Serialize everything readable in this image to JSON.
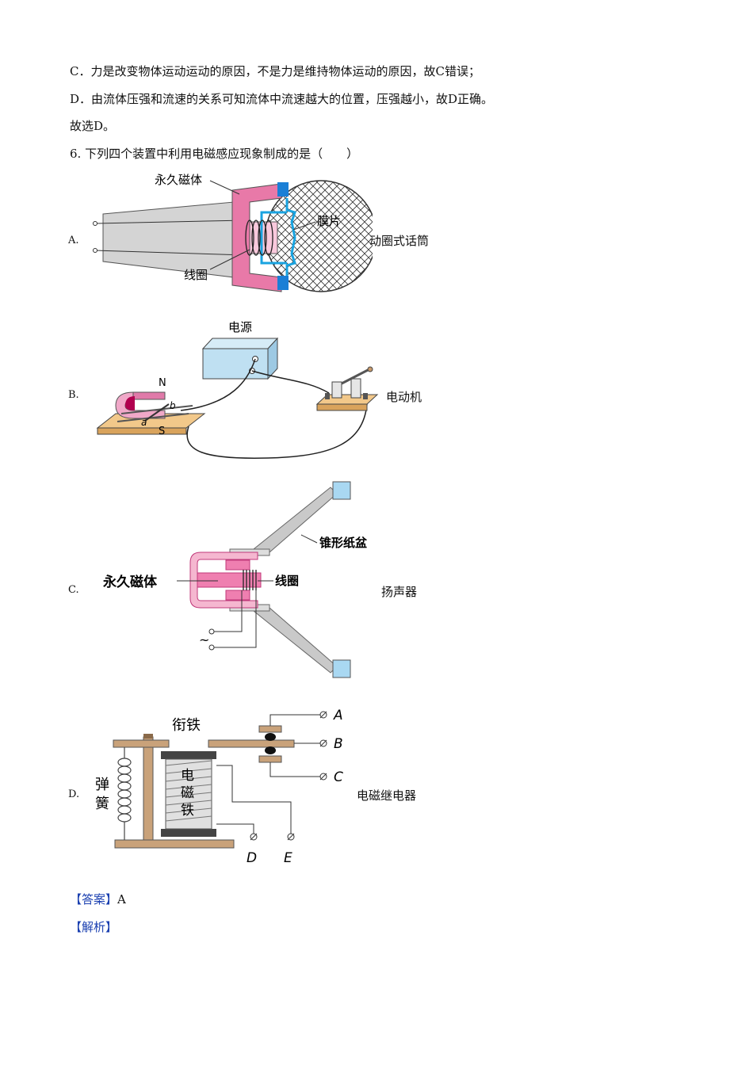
{
  "analysis_lines": {
    "c": "C．力是改变物体运动运动的原因，不是力是维持物体运动的原因，故C错误；",
    "d": "D．由流体压强和流速的关系可知流体中流速越大的位置，压强越小，故D正确。",
    "choice": "故选D。"
  },
  "question": {
    "number": "6.",
    "text": "下列四个装置中利用电磁感应现象制成的是（　　）"
  },
  "options": [
    {
      "letter": "A.",
      "caption": "动圈式话筒",
      "labels": {
        "magnet": "永久磁体",
        "membrane": "膜片",
        "coil": "线圈"
      }
    },
    {
      "letter": "B.",
      "caption": "电动机",
      "labels": {
        "power": "电源",
        "n": "N",
        "s": "S",
        "a": "a",
        "b": "b"
      }
    },
    {
      "letter": "C.",
      "caption": "扬声器",
      "labels": {
        "magnet": "永久磁体",
        "cone": "锥形纸盆",
        "coil": "线圈",
        "ac": "~"
      }
    },
    {
      "letter": "D.",
      "caption": "电磁继电器",
      "labels": {
        "armature": "衔铁",
        "spring1": "弹",
        "spring2": "簧",
        "em1": "电",
        "em2": "磁",
        "em3": "铁",
        "A": "A",
        "B": "B",
        "C": "C",
        "D": "D",
        "E": "E"
      }
    }
  ],
  "answer": {
    "tag": "【答案】",
    "value": "A"
  },
  "analysis": {
    "tag": "【解析】"
  }
}
